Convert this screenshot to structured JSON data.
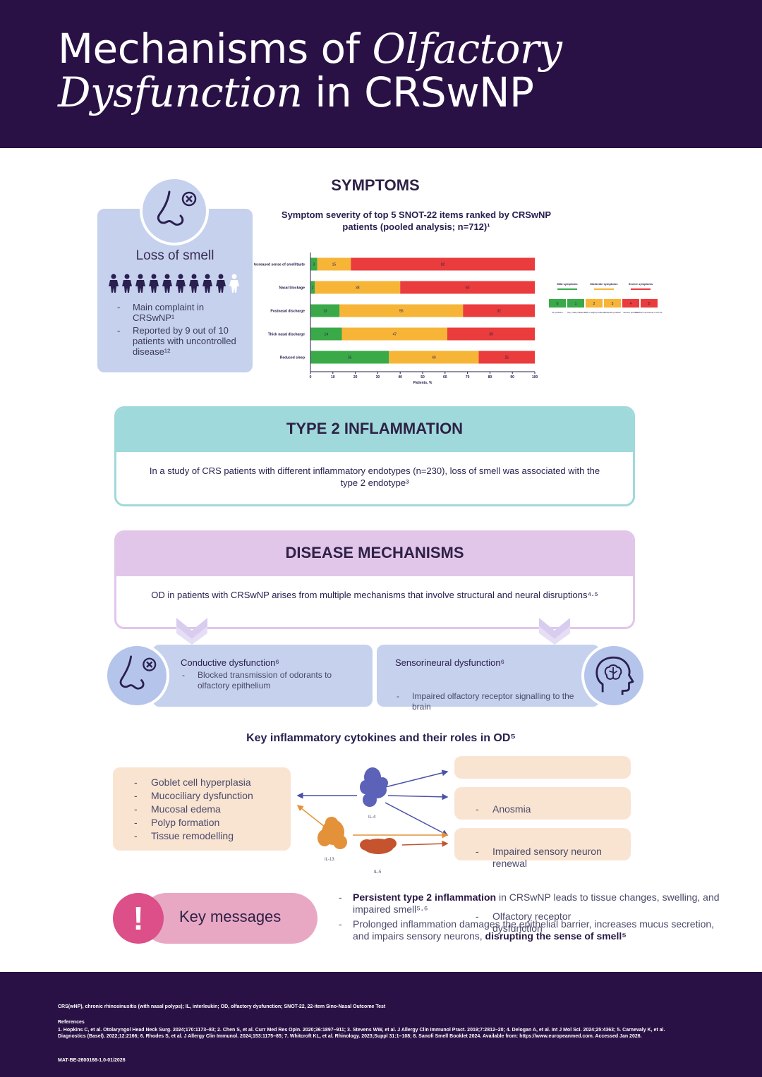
{
  "header": {
    "title_part1": "Mechanisms of ",
    "title_italic1": "Olfactory",
    "title_italic2": "Dysfunction",
    "title_part2": " in CRSwNP"
  },
  "loss_of_smell": {
    "title": "Loss of smell",
    "people_total": 10,
    "people_highlighted": 9,
    "bullets": [
      "Main complaint in CRSwNP¹",
      "Reported by 9 out of 10 patients with uncontrolled disease¹²"
    ]
  },
  "symptoms": {
    "section_title": "SYMPTOMS",
    "chart_title": "Symptom severity of top 5 SNOT-22 items ranked by CRSwNP patients (pooled analysis; n=712)¹"
  },
  "chart_data": {
    "type": "bar",
    "orientation": "horizontal",
    "stacked": true,
    "categories": [
      "Decreased sense of smell/taste",
      "Nasal blockage",
      "Postnasal discharge",
      "Thick nasal discharge",
      "Reduced sleep"
    ],
    "series": [
      {
        "name": "Mild symptoms",
        "color": "#3aaa48",
        "values": [
          3,
          2,
          13,
          14,
          35
        ]
      },
      {
        "name": "Moderate symptoms",
        "color": "#f7b538",
        "values": [
          15,
          38,
          55,
          47,
          40
        ]
      },
      {
        "name": "Severe symptoms",
        "color": "#ea3c3c",
        "values": [
          82,
          60,
          32,
          39,
          25
        ]
      }
    ],
    "data_labels": [
      [
        "3",
        "15",
        "82"
      ],
      [
        "2",
        "38",
        "60"
      ],
      [
        "13",
        "55",
        "32"
      ],
      [
        "14",
        "47",
        "39"
      ],
      [
        "35",
        "40",
        "25"
      ]
    ],
    "xlim": [
      0,
      100
    ],
    "xticks": [
      0,
      10,
      20,
      30,
      40,
      50,
      60,
      70,
      80,
      90,
      100
    ],
    "xlabel": "Patients, %",
    "legend_position": "right"
  },
  "legend": {
    "groups": [
      "Mild symptoms",
      "Moderate symptoms",
      "Severe symptoms"
    ],
    "scores": [
      "0",
      "1",
      "2",
      "3",
      "4",
      "5"
    ],
    "score_labels": [
      "No problem",
      "Very mild problem",
      "Mild or slight problem",
      "Moderate problem",
      "Severe problem",
      "Problem as bad as it can be"
    ],
    "colors": {
      "mild": "#3aaa48",
      "moderate": "#f7b538",
      "severe": "#ea3c3c"
    }
  },
  "type2": {
    "title": "TYPE 2 INFLAMMATION",
    "text": "In a study of CRS patients with different inflammatory endotypes (n=230), loss of smell was associated with the type 2 endotype³"
  },
  "disease_mechanisms": {
    "title": "DISEASE MECHANISMS",
    "text": "OD in patients with CRSwNP arises from multiple mechanisms that involve structural and neural disruptions⁴·⁵"
  },
  "conductive": {
    "title": "Conductive dysfunction⁶",
    "bullet": "Blocked transmission of odorants to olfactory epithelium"
  },
  "sensorineural": {
    "title": "Sensorineural dysfunction⁶",
    "bullet": "Impaired olfactory receptor signalling to the brain"
  },
  "cytokines": {
    "title": "Key inflammatory cytokines and their roles in OD⁵",
    "left_list": [
      "Goblet cell hyperplasia",
      "Mucociliary dysfunction",
      "Mucosal edema",
      "Polyp formation",
      "Tissue remodelling"
    ],
    "right_items": [
      "Anosmia",
      "Impaired sensory neuron renewal",
      "Olfactory receptor dysfunction"
    ],
    "labels": {
      "il4": "IL-4",
      "il13": "IL-13",
      "il5": "IL-5"
    },
    "colors": {
      "il4": "#5b62b8",
      "il13": "#e3923a",
      "il5": "#c4532e"
    }
  },
  "key_messages": {
    "label": "Key messages",
    "items": [
      {
        "bold": "Persistent type 2 inflammation",
        "rest": " in CRSwNP leads to tissue changes, swelling, and impaired smell⁵·⁶"
      },
      {
        "pre": "Prolonged inflammation damages the epithelial barrier, increases mucus secretion, and impairs sensory neurons, ",
        "bold": "disrupting the sense of smell⁵"
      }
    ]
  },
  "footer": {
    "abbreviations": "CRS(wNP), chronic rhinosinusitis (with nasal polyps); IL, interleukin; OD, olfactory dysfunction; SNOT-22, 22-item Sino-Nasal Outcome Test",
    "references_heading": "References",
    "references": "1. Hopkins C, et al. Otolaryngol Head Neck Surg. 2024;170:1173–83; 2. Chen S, et al. Curr Med Res Opin. 2020;36:1897–911; 3. Stevens WW, et al. J Allergy Clin Immunol Pract. 2019;7:2812–20; 4. Delogan A, et al. Int J Mol Sci. 2024;25:4363; 5. Carnevaly K, et al. Diagnostics (Basel). 2022;12:2166; 6. Rhodes S, et al. J Allergy Clin Immunol. 2024;153:1175–85; 7. Whitcroft KL, et al. Rhinology. 2023;Suppl 31:1–108; 8. Sanofi Smell Booklet 2024. Available from: https://www.europeanmed.com. Accessed Jan 2026.",
    "code": "MAT-BE-2600168-1.0-01/2026"
  }
}
